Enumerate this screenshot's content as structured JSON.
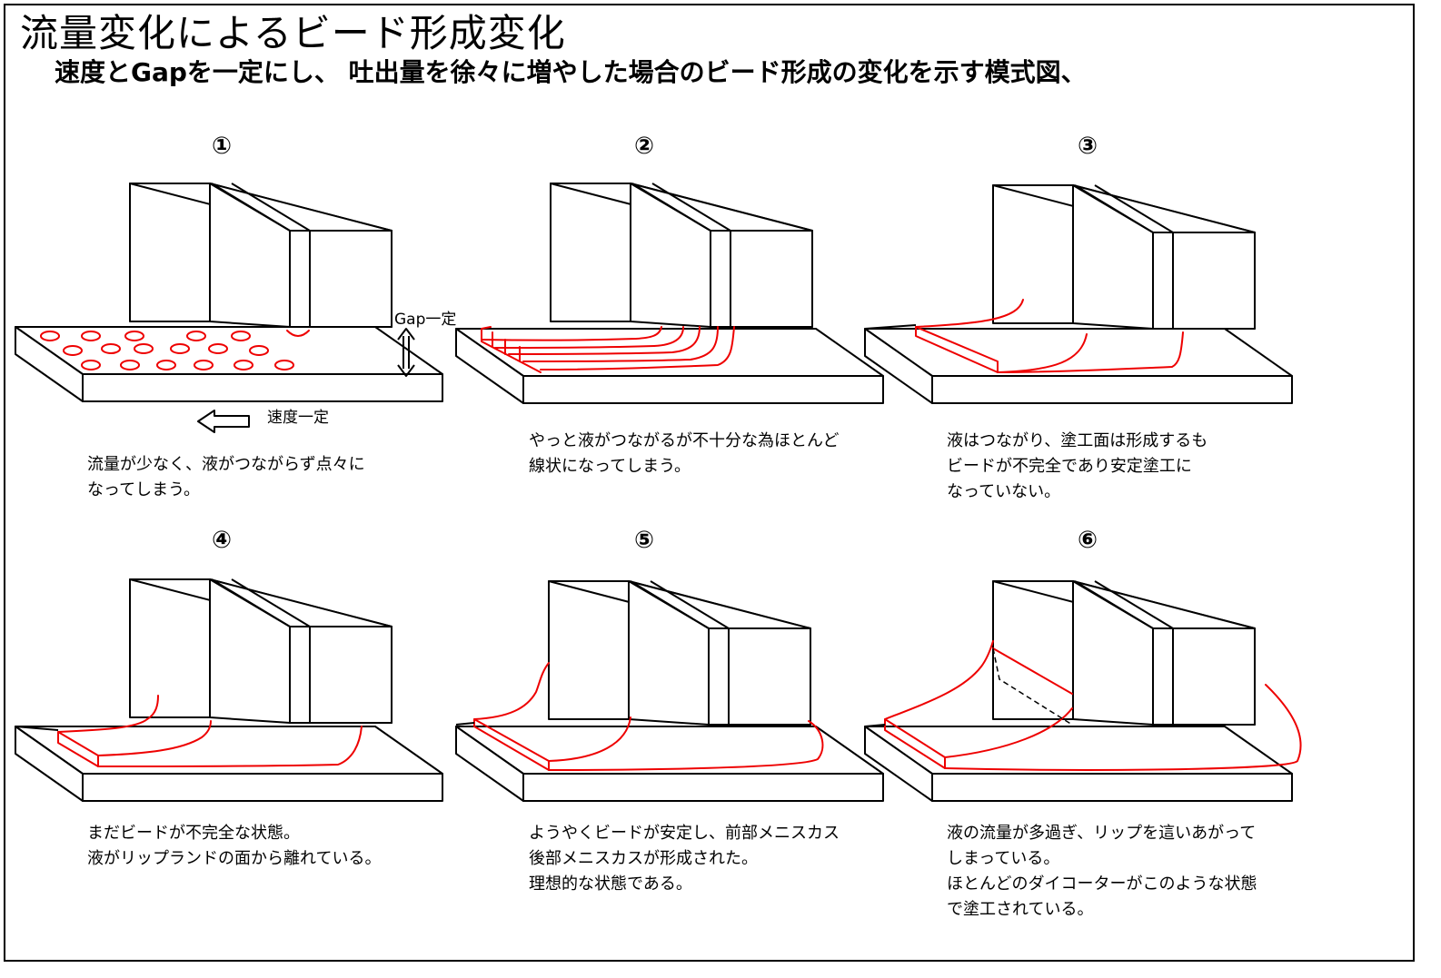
{
  "title": "流量変化によるビード形成変化",
  "subtitle": "速度とGapを一定にし、 吐出量を徐々に増やした場合のビード形成の変化を示す模式図、",
  "labels": {
    "gap": "Gap一定",
    "speed": "速度一定"
  },
  "panels": [
    {
      "number": "①",
      "caption": "流量が少なく、液がつながらず点々に\nなってしまう。"
    },
    {
      "number": "②",
      "caption": "やっと液がつながるが不十分な為ほとんど\n線状になってしまう。"
    },
    {
      "number": "③",
      "caption": "液はつながり、塗工面は形成するも\nビードが不完全であり安定塗工に\nなっていない。"
    },
    {
      "number": "④",
      "caption": "まだビードが不完全な状態。\n液がリップランドの面から離れている。"
    },
    {
      "number": "⑤",
      "caption": "ようやくビードが安定し、前部メニスカス\n後部メニスカスが形成された。\n理想的な状態である。"
    },
    {
      "number": "⑥",
      "caption": "液の流量が多過ぎ、リップを這いあがって\nしまっている。\nほとんどのダイコーターがこのような状態\nで塗工されている。"
    }
  ],
  "colors": {
    "liquid": "#e00000",
    "outline": "#000000"
  }
}
